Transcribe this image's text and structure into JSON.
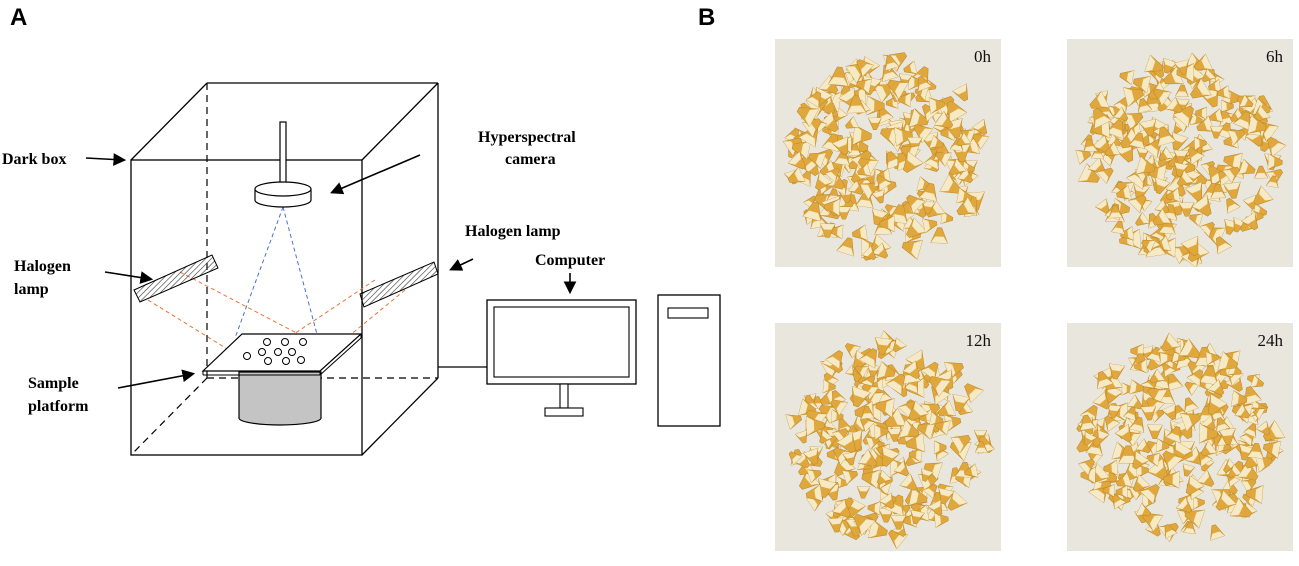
{
  "panels": {
    "a": "A",
    "b": "B"
  },
  "labels": {
    "dark_box": "Dark box",
    "camera_line1": "Hyperspectral",
    "camera_line2": "camera",
    "halogen_left_line1": "Halogen",
    "halogen_left_line2": "lamp",
    "halogen_right": "Halogen lamp",
    "computer": "Computer",
    "platform_line1": "Sample",
    "platform_line2": "platform"
  },
  "photos": [
    {
      "label": "0h"
    },
    {
      "label": "6h"
    },
    {
      "label": "12h"
    },
    {
      "label": "24h"
    }
  ],
  "colors": {
    "light_ray": "#e8743b",
    "camera_ray": "#4a72c9",
    "cylinder": "#c4c4c4",
    "photo_bg": "#e9e6de",
    "kernel_dark": "#e0a83c",
    "kernel_light": "#f5e9c6"
  }
}
